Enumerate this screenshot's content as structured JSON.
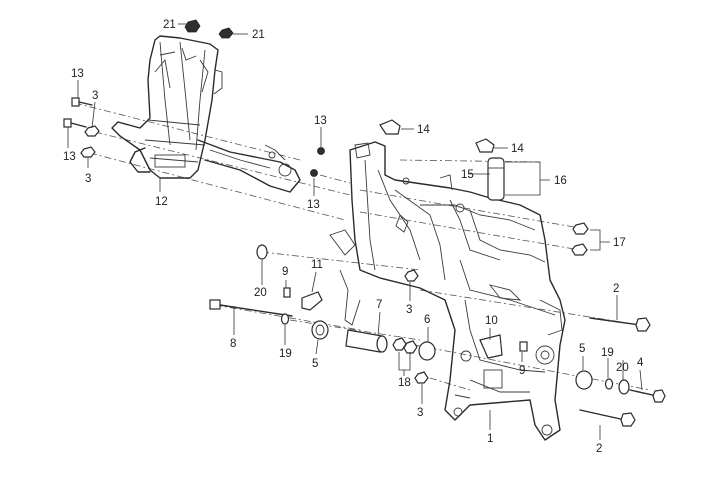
{
  "diagram": {
    "background": "#ffffff",
    "line_color": "#2b2b2b",
    "labels": [
      "1",
      "2",
      "2",
      "3",
      "3",
      "3",
      "3",
      "4",
      "5",
      "5",
      "6",
      "7",
      "8",
      "9",
      "9",
      "10",
      "11",
      "12",
      "13",
      "13",
      "13",
      "13",
      "14",
      "14",
      "15",
      "16",
      "17",
      "18",
      "19",
      "19",
      "20",
      "20",
      "21",
      "21"
    ]
  }
}
